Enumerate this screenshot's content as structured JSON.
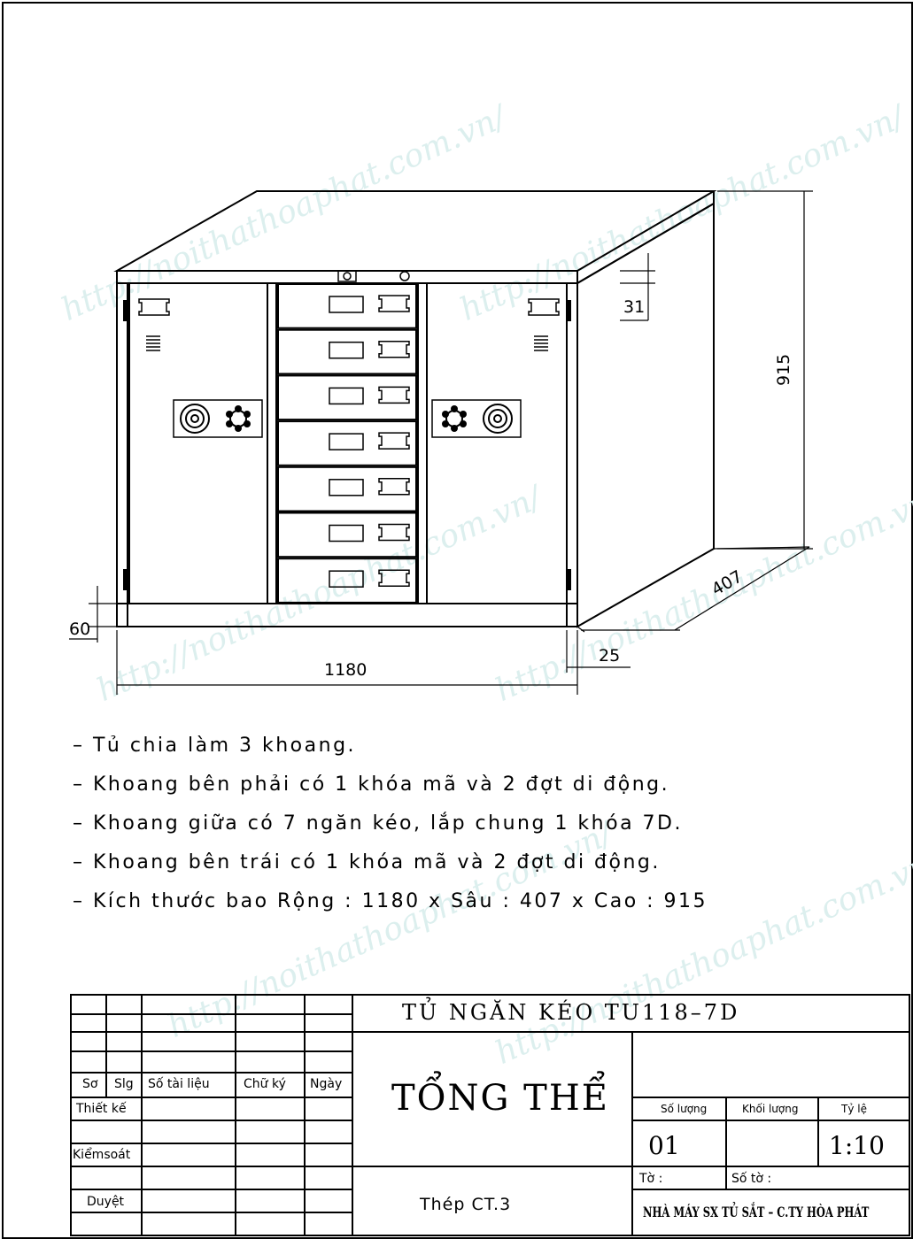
{
  "watermark": "http://noithathoaphat.com.vn/",
  "dimensions": {
    "width": "1180",
    "depth": "407",
    "height": "915",
    "top_gap": "31",
    "plinth": "60",
    "side_offset": "25"
  },
  "notes": [
    "– Tủ chia làm 3 khoang.",
    "– Khoang bên phải có 1 khóa mã và 2 đợt di động.",
    "– Khoang giữa có 7 ngăn kéo, lắp chung 1 khóa 7D.",
    "– Khoang bên trái có 1 khóa mã và 2 đợt di động.",
    "– Kích thước bao Rộng : 1180 x Sâu : 407 x Cao : 915"
  ],
  "title_block": {
    "product_title": "TỦ NGĂN KÉO TU118–7D",
    "view_title": "TỔNG THỂ",
    "material": "Thép CT.3",
    "headers": {
      "so": "Sơ",
      "slg": "Slg",
      "so_tai_lieu": "Số tài liệu",
      "chu_ky": "Chữ ký",
      "ngay": "Ngày"
    },
    "roles": {
      "thiet_ke": "Thiết kế",
      "kiem_soat": "Kiểmsoát",
      "duyet": "Duyệt"
    },
    "so_luong_label": "Số lượng",
    "khoi_luong_label": "Khối lượng",
    "ty_le_label": "Tỷ lệ",
    "so_luong_value": "01",
    "ty_le_value": "1:10",
    "to_label": "Tờ :",
    "so_to_label": "Số tờ :",
    "company": "NHÀ MÁY SX TỦ SẮT – C.TY HÒA PHÁT"
  }
}
